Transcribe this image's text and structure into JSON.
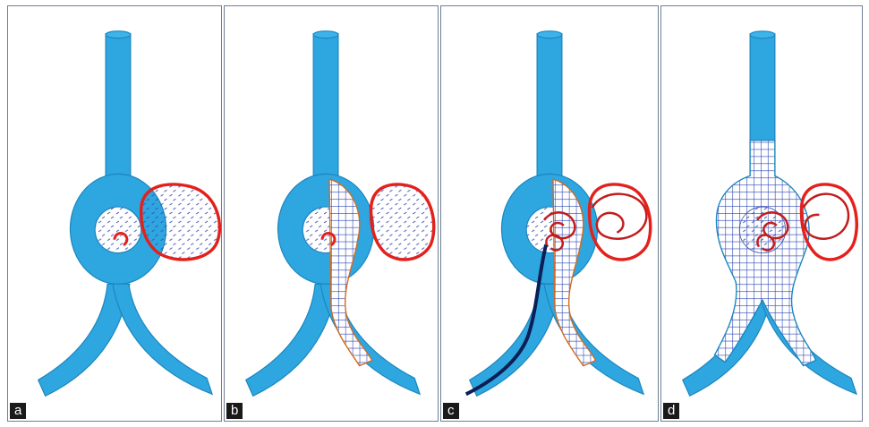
{
  "figure": {
    "panels": [
      {
        "label": "a"
      },
      {
        "label": "b"
      },
      {
        "label": "c"
      },
      {
        "label": "d"
      }
    ]
  },
  "colors": {
    "vessel": "#2ea6e0",
    "vessel_outline": "#1c86bf",
    "lesion": "#e3211c",
    "mesh": "#3b4fb0",
    "wire": "#0b1e55",
    "background": "#ffffff",
    "panel_border": "#6f7f93"
  }
}
